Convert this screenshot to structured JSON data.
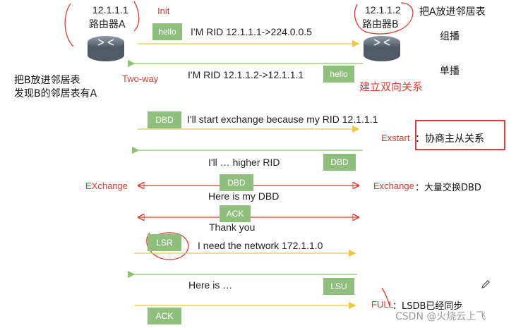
{
  "router_a": {
    "ip": "12.1.1.1",
    "name": "路由器A"
  },
  "router_b": {
    "ip": "12.1.1.2",
    "name": "路由器B"
  },
  "states": {
    "init": "Init",
    "two_way": "Two-way",
    "exstart": "Exstart",
    "exchange_left": "EXchange",
    "exchange_right": "Exchange",
    "full": "FULL"
  },
  "notes": {
    "b_add_a": "把A放进邻居表",
    "multicast": "组播",
    "unicast": "单播",
    "a_add_b_line1": "把B放进邻居表",
    "a_add_b_line2": "发现B的邻居表有A",
    "bidirectional": "建立双向关系",
    "exstart_desc": "：协商主从关系",
    "exchange_desc": "：大量交换DBD",
    "full_desc": "：LSDB已经同步"
  },
  "messages": [
    {
      "badge": "hello",
      "text": "I'M RID 12.1.1.1->224.0.0.5"
    },
    {
      "badge": "hello",
      "text": "I'M RID 12.1.1.2->12.1.1.1"
    },
    {
      "badge": "DBD",
      "text": "I'll start exchange because my RID 12.1.1.1"
    },
    {
      "badge": "DBD",
      "text": "I'll …   higher RID"
    },
    {
      "badge": "DBD",
      "text": "Here is my DBD"
    },
    {
      "badge": "ACK",
      "text": "Thank you"
    },
    {
      "badge": "LSR",
      "text": "I need the network 172.1.1.0"
    },
    {
      "badge": "LSU",
      "text": "Here is …"
    },
    {
      "badge": "ACK",
      "text": ""
    }
  ],
  "watermark": "CSDN @火烧云上飞",
  "colors": {
    "arrow_yellow": "#ecc83a",
    "arrow_green": "#8cc66a",
    "arrow_red": "#e23a2e",
    "badge": "#8fbf7d",
    "note_red": "#e23a2e"
  }
}
